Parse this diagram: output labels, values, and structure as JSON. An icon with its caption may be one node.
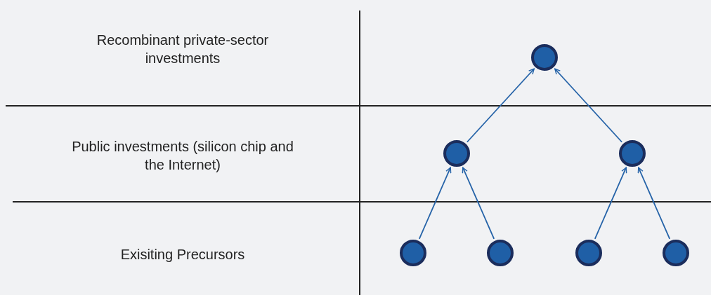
{
  "diagram": {
    "nodes": [
      {
        "text": [],
        "shape": "circle"
      },
      {
        "text": [],
        "shape": "circle"
      },
      {
        "text": [],
        "shape": "circle"
      },
      {
        "text": [],
        "shape": "circle"
      },
      {
        "text": [],
        "shape": "circle"
      },
      {
        "text": [],
        "shape": "circle"
      },
      {
        "text": [],
        "shape": "circle"
      }
    ],
    "edges": [
      {
        "from": 1,
        "to": 0,
        "arrow": "to"
      },
      {
        "from": 2,
        "to": 0,
        "arrow": "to"
      },
      {
        "from": 3,
        "to": 1,
        "arrow": "to"
      },
      {
        "from": 4,
        "to": 1,
        "arrow": "to"
      },
      {
        "from": 5,
        "to": 2,
        "arrow": "to"
      },
      {
        "from": 6,
        "to": 2,
        "arrow": "to"
      }
    ],
    "labels": [
      "Recombinant private-sector investments",
      "Public investments (silicon chip and the Internet)",
      "Exisiting Precursors"
    ]
  }
}
